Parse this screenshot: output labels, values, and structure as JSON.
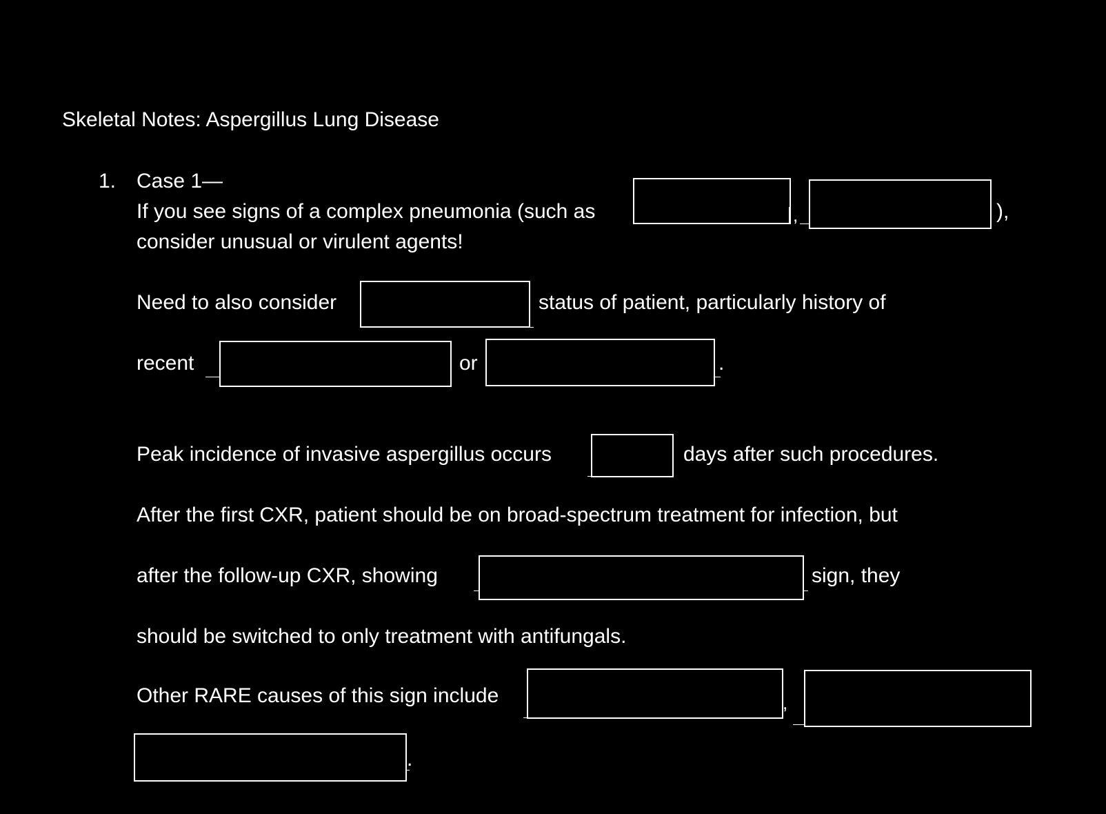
{
  "title": "Skeletal Notes: Aspergillus Lung Disease",
  "list_number": "1.",
  "case_heading": "Case 1—",
  "line1": "If you see signs of a complex pneumonia (such as",
  "sep_comma": ",",
  "line1_end": "),",
  "line2": "consider unusual or virulent agents!",
  "line3_start": "Need to also consider",
  "line3_end": "status of patient, particularly history of",
  "line4_start": "recent",
  "line4_or": "or",
  "period": ".",
  "line5_start": "Peak incidence of invasive aspergillus occurs",
  "line5_end": "days after such procedures.",
  "line6": "After the first CXR, patient should be on broad-spectrum treatment for infection, but",
  "line7_start": "after the follow-up CXR, showing",
  "line7_end": "sign, they",
  "line8": "should be switched to only treatment with antifungals.",
  "line9_start": "Other RARE causes of this sign include"
}
